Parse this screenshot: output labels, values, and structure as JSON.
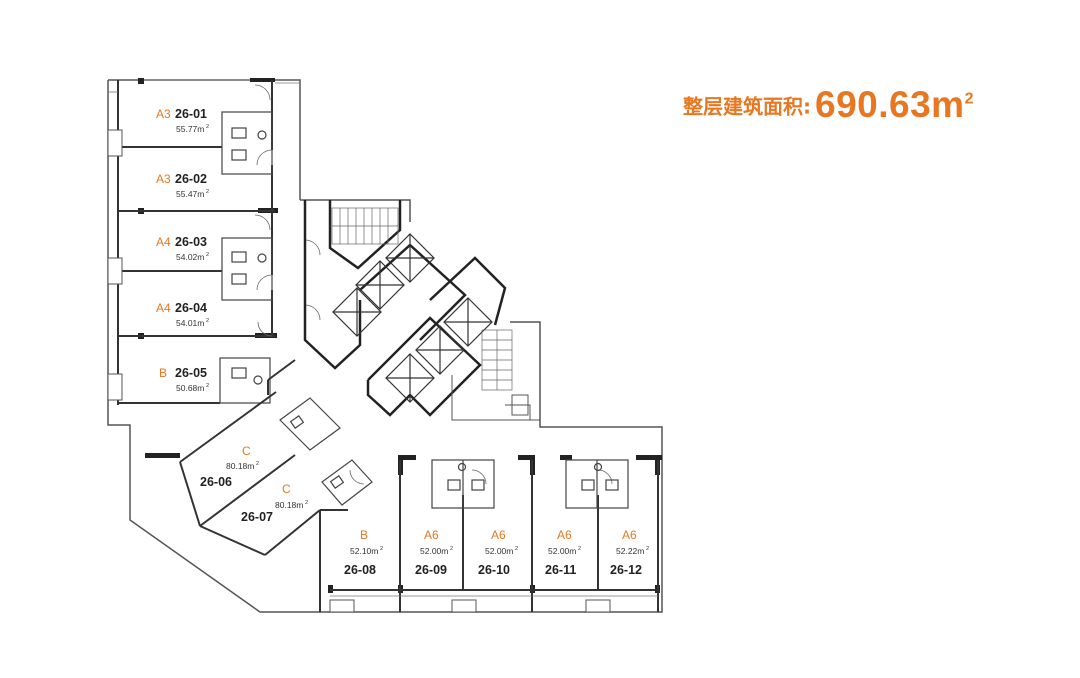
{
  "summary": {
    "label": "整层建筑面积:",
    "value": "690.63m",
    "value_sup": "2"
  },
  "accent_color": "#e87722",
  "units": [
    {
      "id": "u1",
      "type": "A3",
      "number": "26-01",
      "area": "55.77m",
      "sup": "2"
    },
    {
      "id": "u2",
      "type": "A3",
      "number": "26-02",
      "area": "55.47m",
      "sup": "2"
    },
    {
      "id": "u3",
      "type": "A4",
      "number": "26-03",
      "area": "54.02m",
      "sup": "2"
    },
    {
      "id": "u4",
      "type": "A4",
      "number": "26-04",
      "area": "54.01m",
      "sup": "2"
    },
    {
      "id": "u5",
      "type": "B",
      "number": "26-05",
      "area": "50.68m",
      "sup": "2"
    },
    {
      "id": "u6",
      "type": "C",
      "number": "26-06",
      "area": "80.18m",
      "sup": "2"
    },
    {
      "id": "u7",
      "type": "C",
      "number": "26-07",
      "area": "80.18m",
      "sup": "2"
    },
    {
      "id": "u8",
      "type": "B",
      "number": "26-08",
      "area": "52.10m",
      "sup": "2"
    },
    {
      "id": "u9",
      "type": "A6",
      "number": "26-09",
      "area": "52.00m",
      "sup": "2"
    },
    {
      "id": "u10",
      "type": "A6",
      "number": "26-10",
      "area": "52.00m",
      "sup": "2"
    },
    {
      "id": "u11",
      "type": "A6",
      "number": "26-11",
      "area": "52.00m",
      "sup": "2"
    },
    {
      "id": "u12",
      "type": "A6",
      "number": "26-12",
      "area": "52.22m",
      "sup": "2"
    }
  ]
}
